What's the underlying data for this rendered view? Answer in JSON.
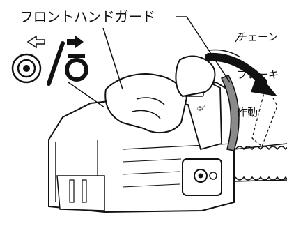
{
  "labels": {
    "front_hand_guard": "フロントハンドガード",
    "chain_brake_line1": "チェーン",
    "chain_brake_line2": "ブレーキ",
    "chain_brake_line3": "作動"
  },
  "icons": {
    "left_arrow": "left-arrow-icon",
    "right_arrow": "right-arrow-icon",
    "unlocked": "brake-release-icon",
    "locked": "brake-lock-icon"
  },
  "colors": {
    "ink": "#111111",
    "background": "#ffffff",
    "dark_fill": "#1e1e1e",
    "gray_fill": "#8a8a8a"
  }
}
